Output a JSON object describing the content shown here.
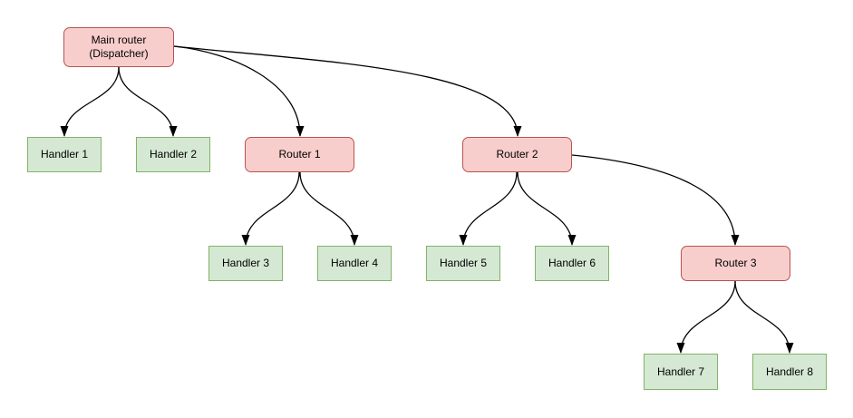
{
  "diagram": {
    "nodes": [
      {
        "id": "main-router",
        "label": "Main router\n(Dispatcher)",
        "type": "router"
      },
      {
        "id": "handler-1",
        "label": "Handler 1",
        "type": "handler"
      },
      {
        "id": "handler-2",
        "label": "Handler 2",
        "type": "handler"
      },
      {
        "id": "router-1",
        "label": "Router 1",
        "type": "router"
      },
      {
        "id": "router-2",
        "label": "Router 2",
        "type": "router"
      },
      {
        "id": "handler-3",
        "label": "Handler 3",
        "type": "handler"
      },
      {
        "id": "handler-4",
        "label": "Handler 4",
        "type": "handler"
      },
      {
        "id": "handler-5",
        "label": "Handler 5",
        "type": "handler"
      },
      {
        "id": "handler-6",
        "label": "Handler 6",
        "type": "handler"
      },
      {
        "id": "router-3",
        "label": "Router 3",
        "type": "router"
      },
      {
        "id": "handler-7",
        "label": "Handler 7",
        "type": "handler"
      },
      {
        "id": "handler-8",
        "label": "Handler 8",
        "type": "handler"
      }
    ],
    "edges": [
      {
        "from": "main-router",
        "to": "handler-1"
      },
      {
        "from": "main-router",
        "to": "handler-2"
      },
      {
        "from": "main-router",
        "to": "router-1"
      },
      {
        "from": "main-router",
        "to": "router-2"
      },
      {
        "from": "router-1",
        "to": "handler-3"
      },
      {
        "from": "router-1",
        "to": "handler-4"
      },
      {
        "from": "router-2",
        "to": "handler-5"
      },
      {
        "from": "router-2",
        "to": "handler-6"
      },
      {
        "from": "router-2",
        "to": "router-3"
      },
      {
        "from": "router-3",
        "to": "handler-7"
      },
      {
        "from": "router-3",
        "to": "handler-8"
      }
    ],
    "colors": {
      "router_fill": "#f8cecc",
      "router_stroke": "#b85450",
      "handler_fill": "#d5e8d4",
      "handler_stroke": "#82b366",
      "edge_color": "#000000",
      "background": "#ffffff"
    }
  }
}
